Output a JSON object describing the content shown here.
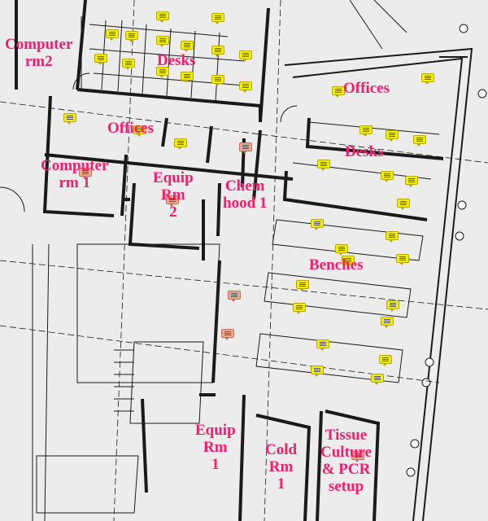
{
  "colors": {
    "label": "#ff1a6c",
    "note_yellow": "#f2ee00",
    "note_orange": "#f0a88c",
    "wall": "#1a1a1a",
    "paper": "#ececec"
  },
  "rooms": [
    {
      "id": "computer-rm2",
      "label": "Computer\nrm2"
    },
    {
      "id": "desks-1",
      "label": "Desks"
    },
    {
      "id": "offices-1",
      "label": "Offices"
    },
    {
      "id": "offices-2",
      "label": "Offices"
    },
    {
      "id": "desks-2",
      "label": "Desks"
    },
    {
      "id": "computer-rm1",
      "label": "Computer\nrm 1"
    },
    {
      "id": "equip-rm2",
      "label": "Equip\nRm\n2"
    },
    {
      "id": "chem-hood1",
      "label": "Chem\nhood 1"
    },
    {
      "id": "benches",
      "label": "Benches"
    },
    {
      "id": "equip-rm1",
      "label": "Equip\nRm\n1"
    },
    {
      "id": "cold-rm1",
      "label": "Cold\nRm\n1"
    },
    {
      "id": "tissue-culture",
      "label": "Tissue\nCulture\n& PCR\nsetup"
    }
  ],
  "notes": {
    "yellow_count": 39,
    "orange_count": 6
  }
}
